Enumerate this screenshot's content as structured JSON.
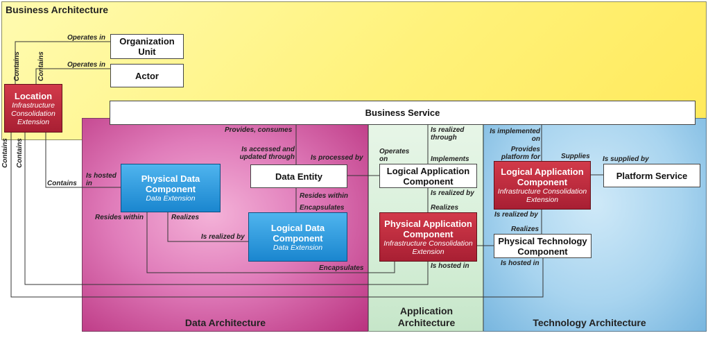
{
  "regions": {
    "business": "Business Architecture",
    "data": "Data Architecture",
    "application": "Application Architecture",
    "technology": "Technology Architecture"
  },
  "boxes": {
    "organization_unit": {
      "title": "Organization Unit"
    },
    "actor": {
      "title": "Actor"
    },
    "location": {
      "title": "Location",
      "sub": "Infrastructure Consolidation Extension"
    },
    "business_service": {
      "title": "Business Service"
    },
    "physical_data_component": {
      "title": "Physical Data Component",
      "sub": "Data Extension"
    },
    "data_entity": {
      "title": "Data Entity"
    },
    "logical_data_component": {
      "title": "Logical Data Component",
      "sub": "Data Extension"
    },
    "logical_application_component": {
      "title": "Logical Application Component"
    },
    "physical_application_component": {
      "title": "Physical Application Component",
      "sub": "Infrastructure Consolidation Extension"
    },
    "logical_technology_component": {
      "title": "Logical Application Component",
      "sub": "Infrastructure Consolidation Extension"
    },
    "platform_service": {
      "title": "Platform Service"
    },
    "physical_technology_component": {
      "title": "Physical Technology Component"
    }
  },
  "labels": {
    "operates_in_1": "Operates in",
    "operates_in_2": "Operates in",
    "contains_1": "Contains",
    "contains_2": "Contains",
    "contains_3": "Contains",
    "contains_4": "Contains",
    "contains_5": "Contains",
    "provides_consumes": "Provides, consumes",
    "is_accessed": "Is accessed and updated through",
    "is_processed_by": "Is processed by",
    "is_hosted_in_1": "Is hosted in",
    "resides_within_1": "Resides within",
    "realizes_1": "Realizes",
    "is_realized_by_1": "Is realized by",
    "resides_within_2": "Resides within",
    "encapsulates_1": "Encapsulates",
    "encapsulates_2": "Encapsulates",
    "operates_on": "Operates on",
    "is_realized_through": "Is realized through",
    "implements": "Implements",
    "is_realized_by_2": "Is realized by",
    "realizes_2": "Realizes",
    "is_hosted_in_2": "Is hosted in",
    "is_implemented_on": "Is implemented on",
    "provides_platform_for": "Provides platform for",
    "supplies": "Supplies",
    "is_supplied_by": "Is supplied by",
    "is_realized_by_3": "Is realized by",
    "realizes_3": "Realizes",
    "is_hosted_in_3": "Is hosted in"
  }
}
